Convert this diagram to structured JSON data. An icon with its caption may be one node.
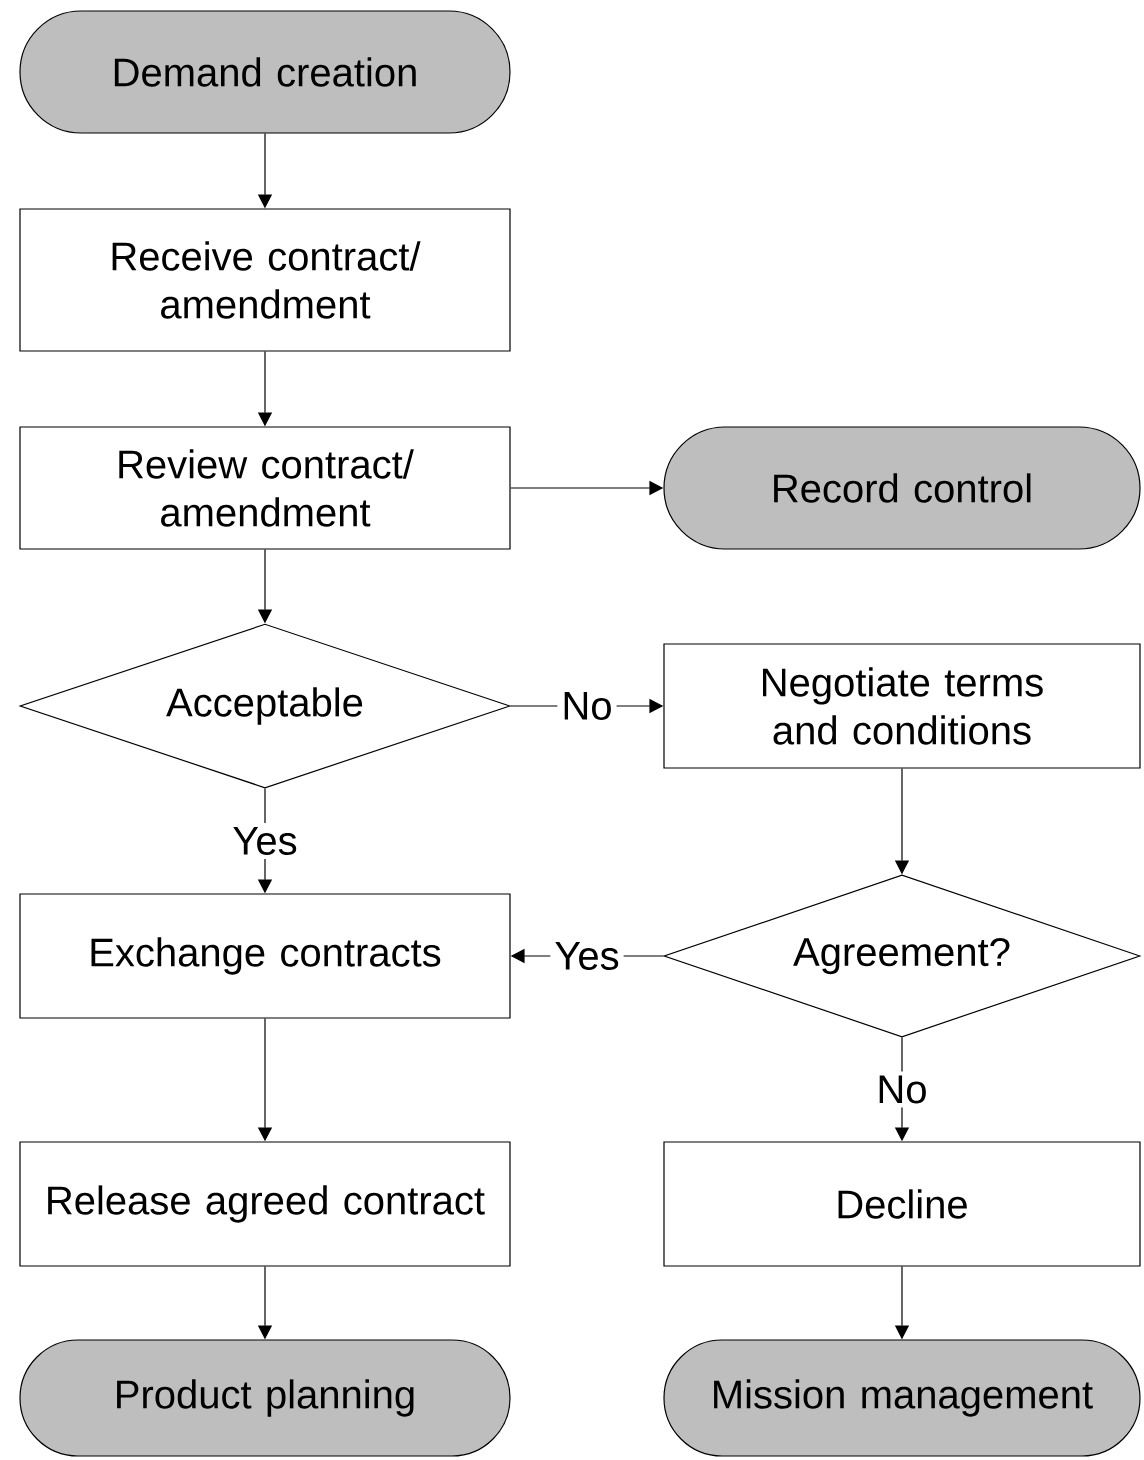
{
  "diagram": {
    "nodes": [
      {
        "text": [
          "Demand creation"
        ]
      },
      {
        "text": [
          "Receive contract/ amendment"
        ]
      },
      {
        "text": [
          "Review contract/ amendment"
        ]
      },
      {
        "text": [
          "Record control"
        ]
      },
      {
        "text": [
          "Acceptable"
        ]
      },
      {
        "text": [
          "Negotiate terms and conditions"
        ]
      },
      {
        "text": [
          "Agreement?"
        ]
      },
      {
        "text": [
          "Exchange contracts"
        ]
      },
      {
        "text": [
          "Release agreed contract"
        ]
      },
      {
        "text": [
          "Decline"
        ]
      },
      {
        "text": [
          "Product planning"
        ]
      },
      {
        "text": [
          "Mission management"
        ]
      }
    ],
    "edges": [
      {
        "from": 0,
        "to": 1,
        "arrow": "to"
      },
      {
        "from": 1,
        "to": 2,
        "arrow": "to"
      },
      {
        "from": 2,
        "to": 3,
        "arrow": "to"
      },
      {
        "from": 2,
        "to": 4,
        "arrow": "to"
      },
      {
        "from": 4,
        "to": 5,
        "arrow": "to",
        "label": "No"
      },
      {
        "from": 4,
        "to": 7,
        "arrow": "to",
        "label": "Yes"
      },
      {
        "from": 5,
        "to": 6,
        "arrow": "to"
      },
      {
        "from": 6,
        "to": 7,
        "arrow": "to",
        "label": "Yes"
      },
      {
        "from": 6,
        "to": 9,
        "arrow": "to",
        "label": "No"
      },
      {
        "from": 7,
        "to": 8,
        "arrow": "to"
      },
      {
        "from": 8,
        "to": 10,
        "arrow": "to"
      },
      {
        "from": 9,
        "to": 11,
        "arrow": "to"
      }
    ]
  }
}
